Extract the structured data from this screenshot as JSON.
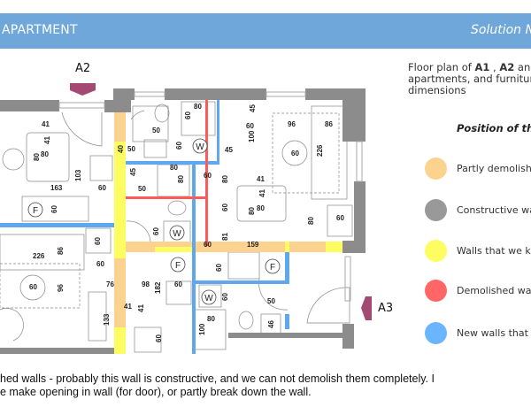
{
  "header": {
    "title": "APARTMENT",
    "solution": "Solution N"
  },
  "markers": {
    "a2": "A2",
    "a3": "A3"
  },
  "intro": {
    "prefix": "Floor plan of ",
    "a1": "A1",
    "sep": " , ",
    "a2": "A2",
    "suffix": " and",
    "line2": "apartments, and furniture",
    "line3": "dimensions"
  },
  "legend": {
    "title": "Position of the",
    "items": [
      {
        "label": "Partly demolished",
        "color": "#fbd38f"
      },
      {
        "label": "Constructive wa",
        "color": "#999999"
      },
      {
        "label": "Walls that we ke",
        "color": "#fdfd62"
      },
      {
        "label": "Demolished wal",
        "color": "#ff6666"
      },
      {
        "label": "New walls that w",
        "color": "#6bb5ff"
      }
    ]
  },
  "colors": {
    "header": "#6fa7da",
    "wall": "#8c8c8c",
    "marker": "#a24a74"
  },
  "plan": {
    "dims": [
      "41",
      "41",
      "80",
      "80",
      "163",
      "60",
      "103",
      "60",
      "40",
      "50",
      "50",
      "60",
      "80",
      "60",
      "45",
      "45",
      "80",
      "80",
      "50",
      "60",
      "80",
      "60",
      "60",
      "81",
      "60",
      "159",
      "45",
      "60",
      "100",
      "96",
      "86",
      "226",
      "60",
      "41",
      "41",
      "80",
      "80",
      "80",
      "60",
      "226",
      "86",
      "60",
      "60",
      "60",
      "96",
      "76",
      "98",
      "182",
      "60",
      "41",
      "41",
      "133",
      "60",
      "60",
      "60",
      "80",
      "100",
      "50",
      "46"
    ],
    "symbols": [
      "W",
      "F",
      "W",
      "F",
      "F",
      "W"
    ]
  },
  "note": {
    "line1": "hed walls - probably this wall is constructive, and we can not demolish them completely. I",
    "line2": "e make opening in wall (for door), or partly break down the wall."
  }
}
